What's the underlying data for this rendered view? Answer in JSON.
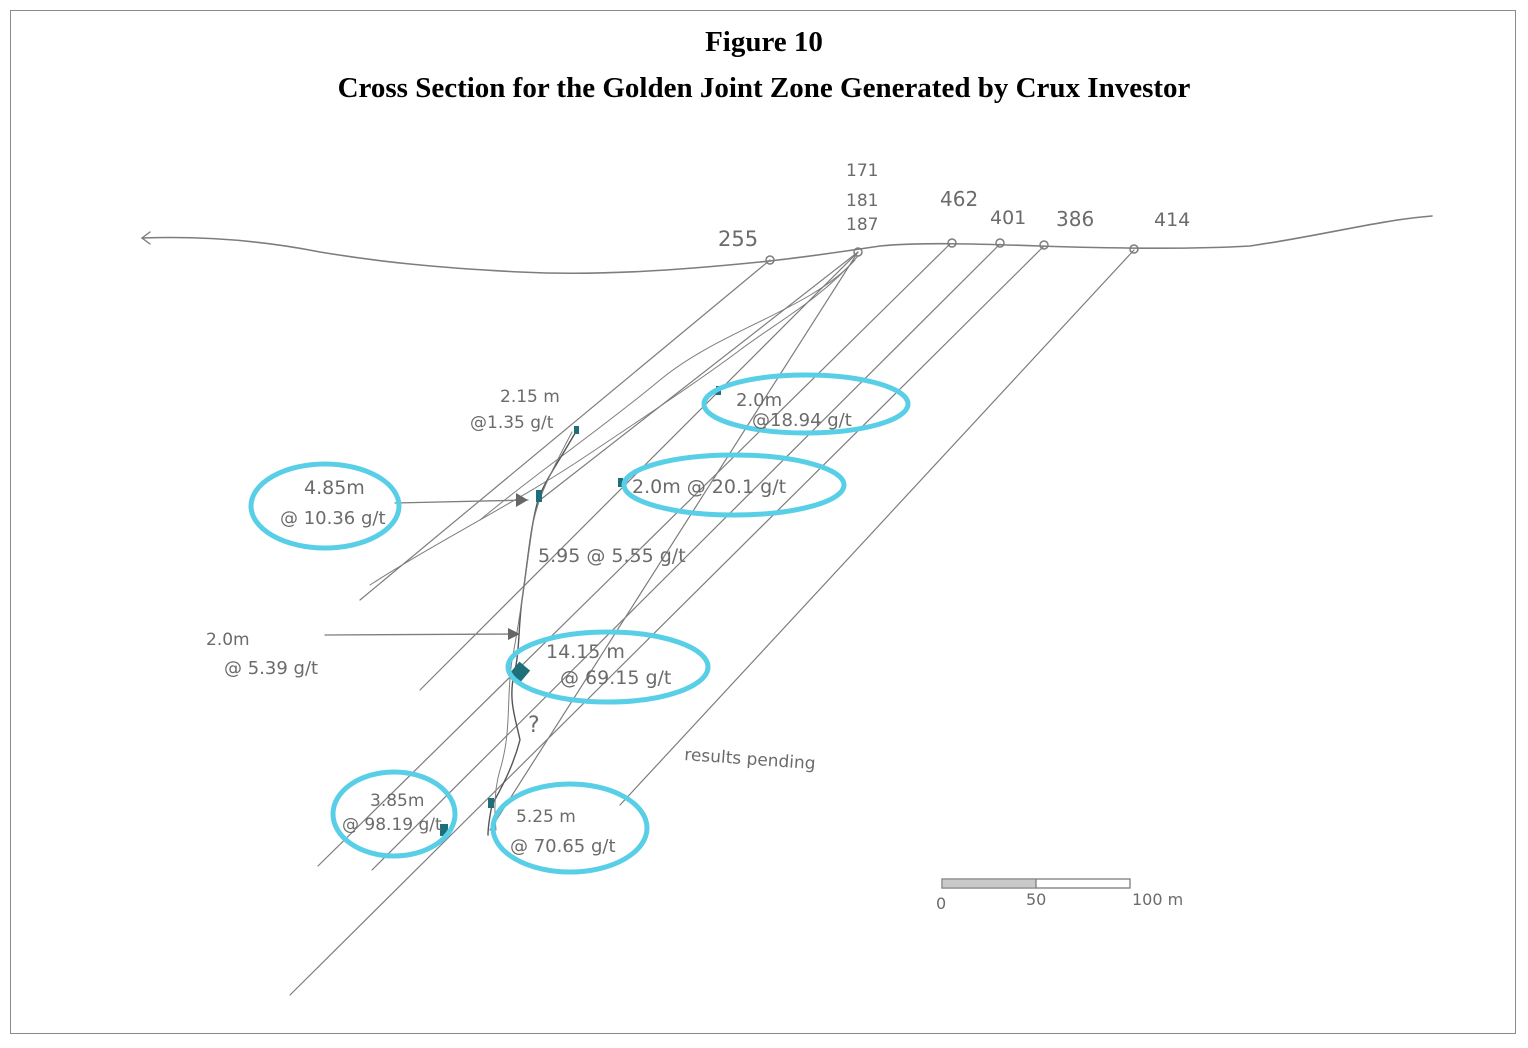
{
  "figure": {
    "number": "Figure 10",
    "title": "Cross Section for the Golden Joint Zone Generated by Crux Investor"
  },
  "collars": {
    "h171": "171",
    "h181": "181",
    "h187": "187",
    "h462": "462",
    "h401": "401",
    "h386": "386",
    "h414": "414",
    "h255": "255"
  },
  "intercepts": {
    "i1": {
      "length": "2.15 m",
      "grade": "@1.35 g/t"
    },
    "i2": {
      "length": "2.0m",
      "grade": "@18.94 g/t"
    },
    "i3": {
      "length": "4.85m",
      "grade": "@ 10.36 g/t"
    },
    "i4": {
      "text": "2.0m @ 20.1 g/t"
    },
    "i5": {
      "text": "5.95 @ 5.55 g/t"
    },
    "i6": {
      "length": "2.0m",
      "grade": "@ 5.39 g/t"
    },
    "i7": {
      "length": "14.15 m",
      "grade": "@ 69.15 g/t"
    },
    "i8": {
      "length": "3.85m",
      "grade": "@ 98.19 g/t"
    },
    "i9": {
      "length": "5.25 m",
      "grade": "@ 70.65 g/t"
    }
  },
  "notes": {
    "question": "?",
    "pending": "results pending"
  },
  "scale": {
    "tick0": "0",
    "tick50": "50",
    "tick100": "100 m"
  },
  "colors": {
    "highlight": "#58cfe6",
    "pencil": "#7d7d7d",
    "intercept_marker": "#1f6f7a"
  }
}
